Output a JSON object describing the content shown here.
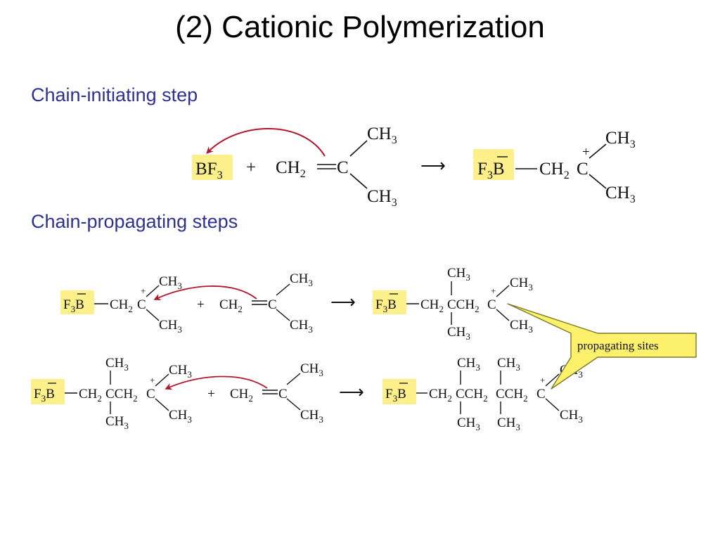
{
  "slide": {
    "title": "(2) Cationic Polymerization",
    "initiating_heading": "Chain-initiating step",
    "propagating_heading": "Chain-propagating steps"
  },
  "init": {
    "bf3": "BF",
    "bf3_sub": "3",
    "plus_sign": "+",
    "ch2": "CH",
    "ch2_sub": "2",
    "c": "C",
    "ch3": "CH",
    "ch3_sub": "3",
    "arrow": "⟶",
    "f3b_f": "F",
    "f3b_sub": "3",
    "f3b_b": "B",
    "product_chain": "CH",
    "product_chain_sub": "2",
    "charge": "+"
  },
  "prop1": {
    "f3b_f": "F",
    "f3b_sub": "3",
    "f3b_b": "B",
    "ch2": "CH",
    "ch2_sub": "2",
    "c": "C",
    "ch3": "CH",
    "ch3_sub": "3",
    "charge": "+",
    "plus_sign": "+",
    "arrow": "⟶",
    "prod_mid": "CCH",
    "prod_mid_sub": "2"
  },
  "prop2": {
    "f3b_f": "F",
    "f3b_sub": "3",
    "f3b_b": "B",
    "ch2": "CH",
    "ch2_sub": "2",
    "cch": "CCH",
    "c": "C",
    "ch3": "CH",
    "ch3_sub": "3",
    "charge": "+",
    "plus_sign": "+",
    "arrow": "⟶"
  },
  "callout": {
    "label": "propagating sites"
  },
  "colors": {
    "heading": "#2e3192",
    "highlight": "#fdf08a",
    "curved_arrow": "#b0182e",
    "callout_fill": "#fdf06a"
  }
}
